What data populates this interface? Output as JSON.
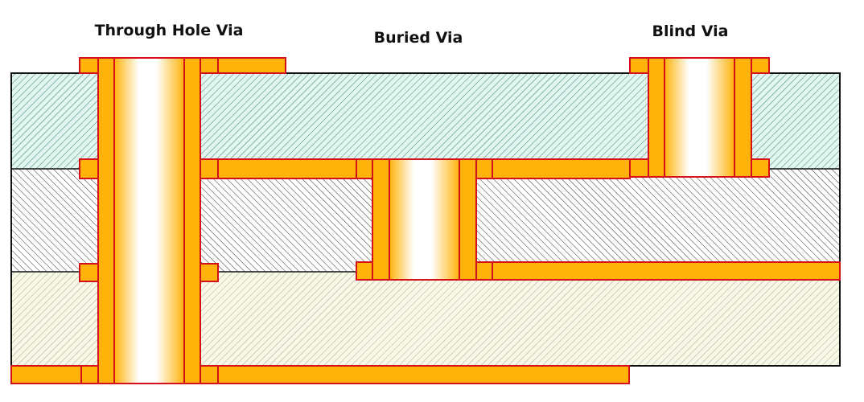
{
  "labels": {
    "through_hole": "Through Hole Via",
    "buried": "Buried Via",
    "blind": "Blind Via"
  },
  "colors": {
    "copper": "#FFB30A",
    "copper_outline": "#D4101A",
    "layer_top": "#E0F5EF",
    "layer_middle": "#FFFFFF",
    "layer_bottom": "#F7F7E4"
  }
}
